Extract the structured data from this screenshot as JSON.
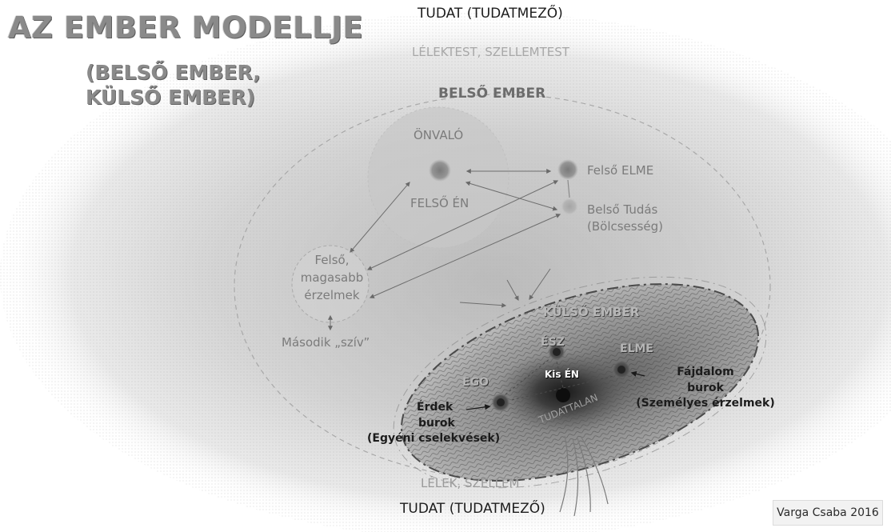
{
  "title": {
    "main": "AZ EMBER MODELLJE",
    "subtitle_line1": "(BELSŐ EMBER,",
    "subtitle_line2": "KÜLSŐ EMBER)"
  },
  "labels": {
    "tudat_top": "TUDAT (TUDATMEZŐ)",
    "lelektest": "LÉLEKTEST, SZELLEMTEST",
    "belso_ember": "BELSŐ EMBER",
    "onvalo": "ÖNVALÓ",
    "felso_en": "FELSŐ ÉN",
    "felso_elme": "Felső ELME",
    "belso_tudas_line1": "Belső Tudás",
    "belso_tudas_line2": "(Bölcsesség)",
    "felso_erzelmek_line1": "Felső,",
    "felso_erzelmek_line2": "magasabb",
    "felso_erzelmek_line3": "érzelmek",
    "masodik_sziv": "Második „szív”",
    "kulso_ember": "KÜLSŐ EMBER",
    "esz": "ÉSZ",
    "elme": "ELME",
    "ego": "EGO",
    "kis_en": "Kis ÉN",
    "tudattalan": "TUDATTALAN",
    "fajdalom_line1": "Fájdalom",
    "fajdalom_line2": "burok",
    "fajdalom_line3": "(Személyes érzelmek)",
    "erdek_line1": "Érdek",
    "erdek_line2": "burok",
    "erdek_line3": "(Egyéni cselekvések)",
    "lelek_szellem": "LÉLEK, SZELLEM",
    "tudat_bottom": "TUDAT (TUDATMEZŐ)"
  },
  "credit": "Varga Csaba 2016"
}
